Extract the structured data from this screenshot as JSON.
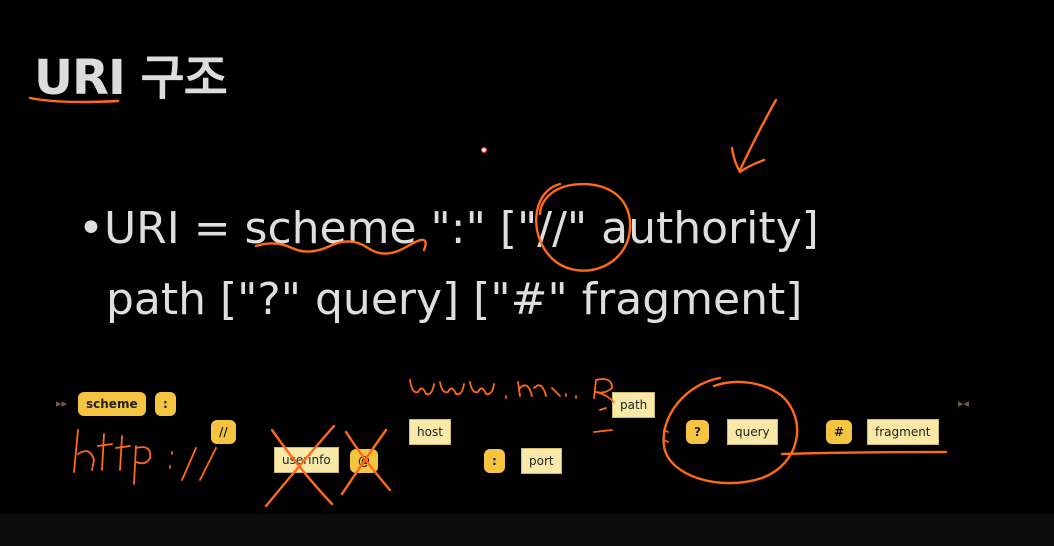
{
  "slide": {
    "title": "URI 구조",
    "line1": {
      "bullet": "•",
      "prefix": "URI = ",
      "scheme": "scheme",
      "rest": " \":\" [\"//\" authority]"
    },
    "line2": "path [\"?\" query] [\"#\" fragment]"
  },
  "diagram": {
    "scheme": "scheme",
    "colon1": ":",
    "slashes": "//",
    "userinfo": "userinfo",
    "at": "@",
    "host": "host",
    "colon2": ":",
    "port": "port",
    "path": "path",
    "qmark": "?",
    "query": "query",
    "hash": "#",
    "fragment": "fragment"
  },
  "colors": {
    "background": "#000000",
    "text": "#dedede",
    "ink": "#ff6a1a",
    "pill": "#f5c542",
    "box": "#f8e9a8"
  }
}
